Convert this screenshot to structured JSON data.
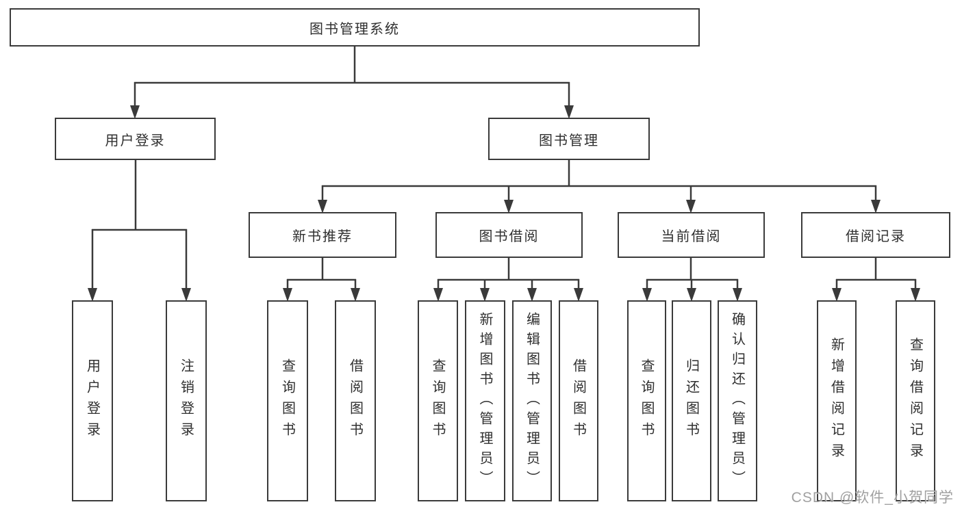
{
  "diagram": {
    "title": "图书管理系统",
    "root": {
      "label": "图书管理系统"
    },
    "level2": [
      {
        "label": "用户登录"
      },
      {
        "label": "图书管理"
      }
    ],
    "level3": [
      {
        "label": "新书推荐",
        "parent": "图书管理"
      },
      {
        "label": "图书借阅",
        "parent": "图书管理"
      },
      {
        "label": "当前借阅",
        "parent": "图书管理"
      },
      {
        "label": "借阅记录",
        "parent": "图书管理"
      }
    ],
    "leaves": [
      {
        "label": "用户登录",
        "parent": "用户登录"
      },
      {
        "label": "注销登录",
        "parent": "用户登录"
      },
      {
        "label": "查询图书",
        "parent": "新书推荐"
      },
      {
        "label": "借阅图书",
        "parent": "新书推荐"
      },
      {
        "label": "查询图书",
        "parent": "图书借阅"
      },
      {
        "label": "新增图书（管理员）",
        "parent": "图书借阅"
      },
      {
        "label": "编辑图书（管理员）",
        "parent": "图书借阅"
      },
      {
        "label": "借阅图书",
        "parent": "图书借阅"
      },
      {
        "label": "查询图书",
        "parent": "当前借阅"
      },
      {
        "label": "归还图书",
        "parent": "当前借阅"
      },
      {
        "label": "确认归还（管理员）",
        "parent": "当前借阅"
      },
      {
        "label": "新增借阅记录",
        "parent": "借阅记录"
      },
      {
        "label": "查询借阅记录",
        "parent": "借阅记录"
      }
    ]
  },
  "watermark": "CSDN @软件_小贺同学",
  "colors": {
    "line": "#3a3a3a",
    "text": "#2f2f2f",
    "background": "#ffffff",
    "watermark": "#9b9b9b"
  }
}
